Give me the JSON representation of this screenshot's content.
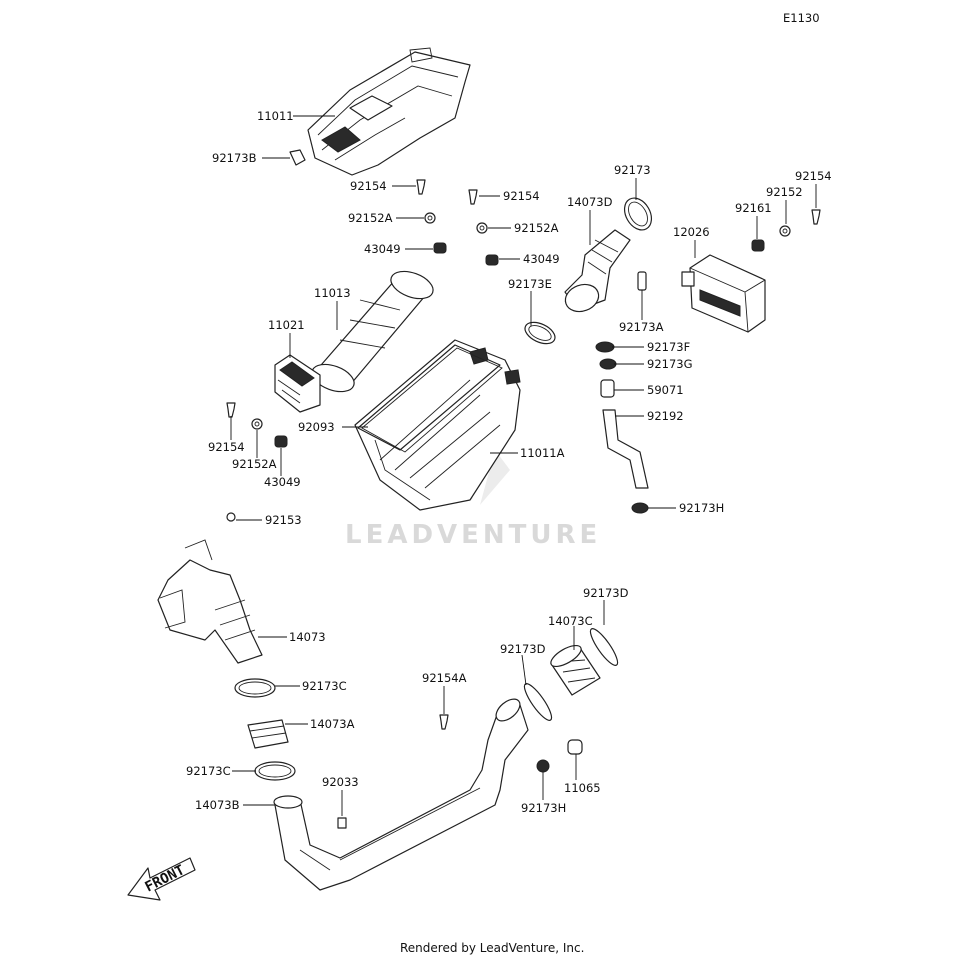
{
  "diagram_code": "E1130",
  "watermark": "LEADVENTURE",
  "footer": "Rendered by LeadVenture, Inc.",
  "front_label": "FRONT",
  "labels": {
    "p11011": "11011",
    "p92173B": "92173B",
    "p92154_a": "92154",
    "p92154_b": "92154",
    "p92152A_a": "92152A",
    "p92152A_b": "92152A",
    "p43049_a": "43049",
    "p43049_b": "43049",
    "p92173": "92173",
    "p14073D": "14073D",
    "p92154_c": "92154",
    "p92152": "92152",
    "p92161": "92161",
    "p12026": "12026",
    "p11013": "11013",
    "p11021": "11021",
    "p92173E": "92173E",
    "p92173A": "92173A",
    "p92173F": "92173F",
    "p92173G": "92173G",
    "p59071": "59071",
    "p92192": "92192",
    "p92093": "92093",
    "p11011A": "11011A",
    "p92154_d": "92154",
    "p92152A_c": "92152A",
    "p43049_c": "43049",
    "p92173H_a": "92173H",
    "p92153": "92153",
    "p92173D_a": "92173D",
    "p14073C": "14073C",
    "p92173D_b": "92173D",
    "p14073": "14073",
    "p92173C_a": "92173C",
    "p92154A": "92154A",
    "p14073A": "14073A",
    "p92173C_b": "92173C",
    "p92033": "92033",
    "p11065": "11065",
    "p92173H_b": "92173H",
    "p14073B": "14073B"
  }
}
